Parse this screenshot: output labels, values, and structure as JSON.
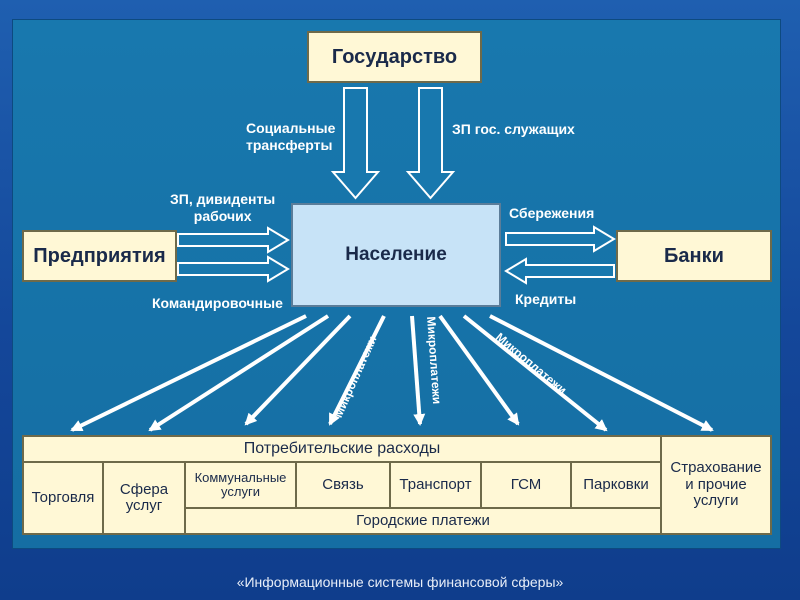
{
  "nodes": {
    "state": "Государство",
    "enterprises": "Предприятия",
    "population": "Население",
    "banks": "Банки"
  },
  "flows": {
    "social_transfers_1": "Социальные",
    "social_transfers_2": "трансферты",
    "civil_salary": "ЗП гос. служащих",
    "wages_dividends_1": "ЗП, дивиденты",
    "wages_dividends_2": "рабочих",
    "travel": "Командировочные",
    "savings": "Сбережения",
    "credits": "Кредиты",
    "micro_1": "Микроплатежи",
    "micro_2": "Микроплатежи",
    "micro_3": "Микроплатежи"
  },
  "expenses": {
    "header": "Потребительские расходы",
    "trade": "Торговля",
    "services_1": "Сфера",
    "services_2": "услуг",
    "utilities_1": "Коммунальные",
    "utilities_2": "услуги",
    "communication": "Связь",
    "transport": "Транспорт",
    "fuel": "ГСМ",
    "parking": "Парковки",
    "urban_payments": "Городские платежи",
    "insurance_1": "Страхование",
    "insurance_2": "и прочие",
    "insurance_3": "услуги"
  },
  "footer": "«Информационные системы финансовой сферы»",
  "colors": {
    "background": "#14479a",
    "panel": "#1878ae",
    "box_fill": "#fff8d6",
    "population_fill": "#c7e3f7",
    "arrow": "#ffffff"
  }
}
